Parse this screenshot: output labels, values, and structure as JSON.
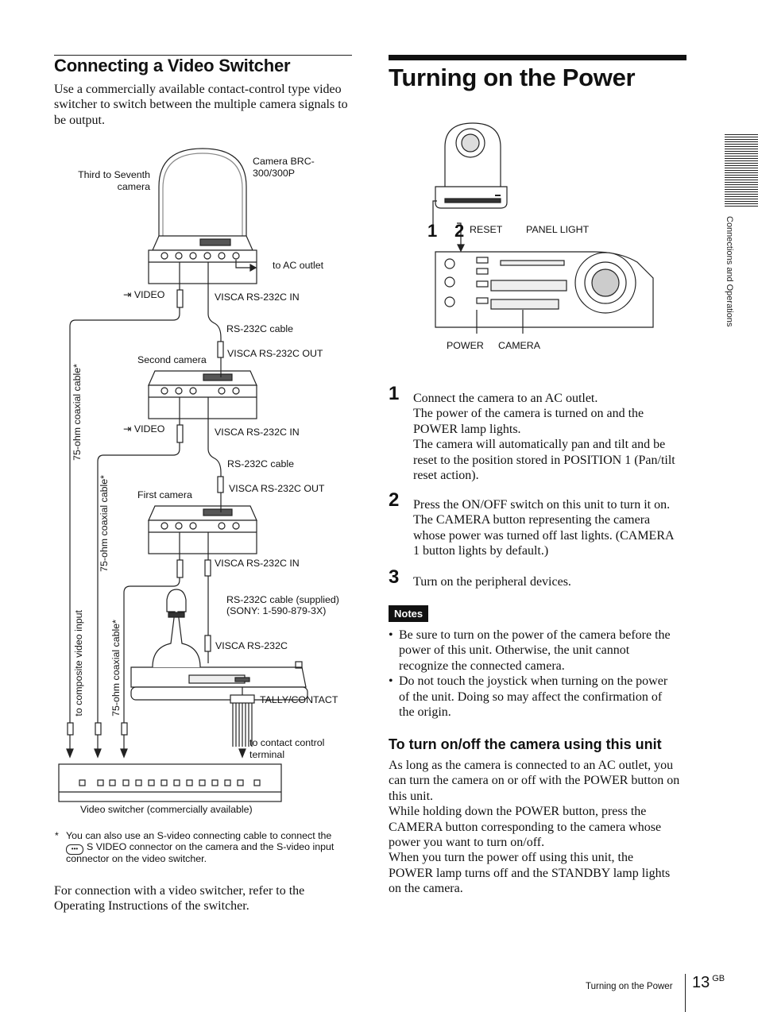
{
  "left": {
    "heading": "Connecting a Video Switcher",
    "intro": "Use a commercially available contact-control type video switcher to switch between the multiple camera signals to be output.",
    "diagram": {
      "third_to_seventh": "Third to Seventh camera",
      "camera_model": "Camera BRC-300/300P",
      "to_ac_outlet": "to AC outlet",
      "video_1": "VIDEO",
      "visca_in_1": "VISCA RS-232C IN",
      "rs232_cable_1": "RS-232C cable",
      "visca_out_1": "VISCA RS-232C OUT",
      "second_camera": "Second camera",
      "video_2": "VIDEO",
      "visca_in_2": "VISCA RS-232C IN",
      "rs232_cable_2": "RS-232C cable",
      "visca_out_2": "VISCA RS-232C OUT",
      "first_camera": "First camera",
      "visca_in_3": "VISCA RS-232C IN",
      "rs232_supplied": "RS-232C cable (supplied)",
      "sony_part": "(SONY: 1-590-879-3X)",
      "visca_rs232c": "VISCA RS-232C",
      "tally_contact": "TALLY/CONTACT",
      "to_contact_control": "to contact control terminal",
      "coax_1": "75-ohm coaxial cable*",
      "coax_2": "75-ohm coaxial cable*",
      "coax_3": "75-ohm coaxial cable*",
      "composite_input": "to composite video input",
      "video_switcher": "Video switcher (commercially available)"
    },
    "footnote_marker": "*",
    "footnote_line1": "You can also use an S-video connecting cable to connect the",
    "footnote_line2": "S VIDEO connector on the camera and the S-video input",
    "footnote_line3": "connector on the video switcher.",
    "closing": "For connection with a video switcher, refer to the Operating Instructions of the switcher."
  },
  "right": {
    "heading": "Turning on the Power",
    "diagram": {
      "num1": "1",
      "num2": "2",
      "reset": "RESET",
      "panel_light": "PANEL LIGHT",
      "power": "POWER",
      "camera": "CAMERA"
    },
    "steps": [
      {
        "num": "1",
        "lines": [
          "Connect the camera to an AC outlet.",
          "The power of the camera is turned on and the",
          "POWER lamp lights.",
          "The camera will automatically pan and tilt and be",
          "reset to the position stored in POSITION 1 (Pan/tilt",
          "reset action)."
        ]
      },
      {
        "num": "2",
        "lines": [
          "Press the ON/OFF switch on this unit to turn it on.",
          "The CAMERA button representing the camera",
          "whose power was turned off last lights.  (CAMERA",
          "1 button lights by default.)"
        ]
      },
      {
        "num": "3",
        "lines": [
          "Turn on the peripheral devices."
        ]
      }
    ],
    "notes_label": "Notes",
    "notes": [
      [
        "Be sure to turn on the power of the camera before the",
        "power of this unit.  Otherwise, the unit cannot",
        "recognize the connected camera."
      ],
      [
        "Do not touch the joystick when turning on the power",
        "of the unit.  Doing so may affect the confirmation of",
        "the origin."
      ]
    ],
    "subheading": "To turn on/off the camera using this unit",
    "sub_lines": [
      "As long as the camera is connected to an AC outlet, you",
      "can turn the camera on or off with the POWER button on",
      "this unit.",
      "While holding down the POWER button, press the",
      "CAMERA button corresponding to the camera whose",
      "power you want to turn on/off.",
      "When you turn the power off using this unit, the",
      "POWER lamp turns off and the STANDBY lamp lights",
      "on the camera."
    ]
  },
  "side_tab": "Connections and Operations",
  "footer": {
    "section": "Turning on the Power",
    "page": "13",
    "suffix": "GB"
  }
}
